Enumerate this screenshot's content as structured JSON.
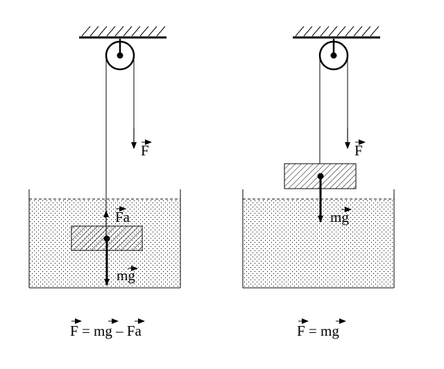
{
  "left": {
    "pull_label": "F",
    "buoyancy_label": "Fa",
    "weight_label": "mg",
    "formula": {
      "lhs": "F",
      "eq": " = ",
      "term1": "mg",
      "op": " – ",
      "term2": "Fa"
    }
  },
  "right": {
    "pull_label": "F",
    "weight_label": "mg",
    "formula": {
      "lhs": "F",
      "eq": " = ",
      "term1": "mg"
    }
  },
  "colors": {
    "ink": "#000000",
    "water_dots": "#000000",
    "background": "#ffffff"
  },
  "icons": [
    "pulley-icon",
    "ceiling-hatch",
    "block-hatch",
    "force-arrow"
  ]
}
